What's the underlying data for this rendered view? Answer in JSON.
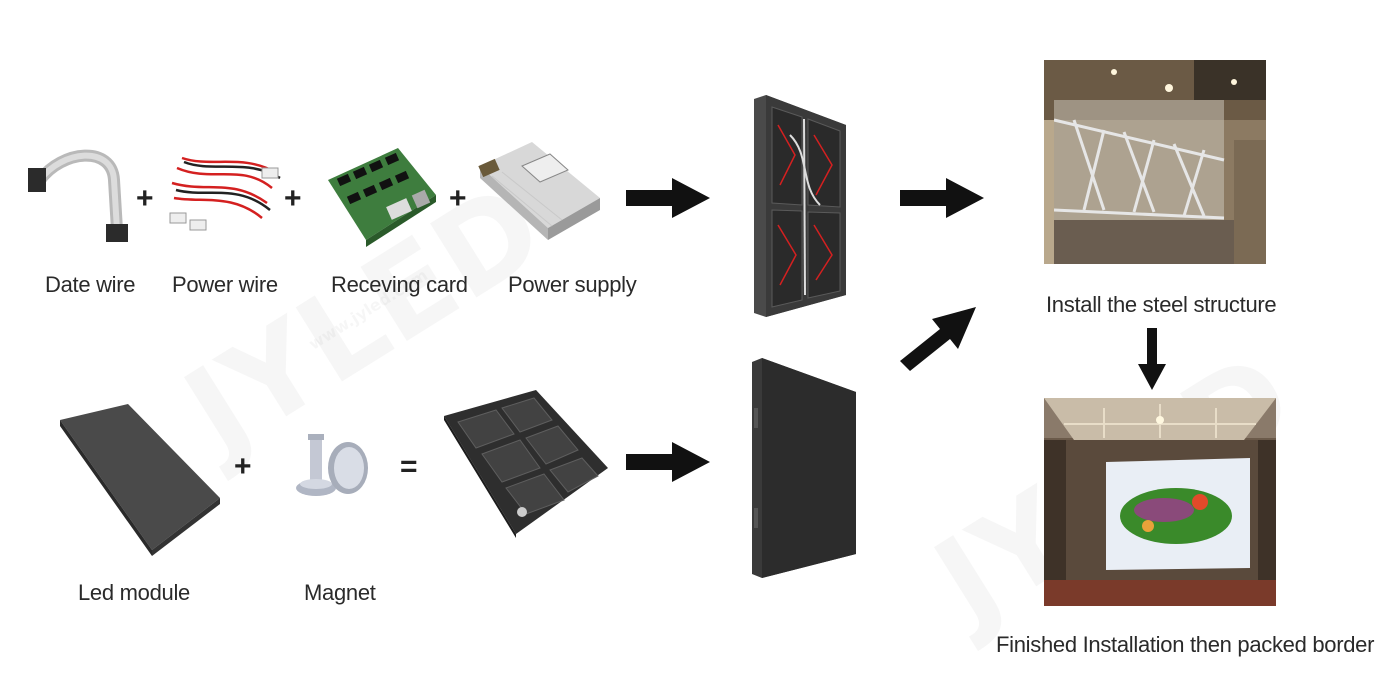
{
  "components": {
    "data_wire": "Date wire",
    "power_wire": "Power wire",
    "receiving_card": "Receving card",
    "power_supply": "Power supply",
    "led_module": "Led module",
    "magnet": "Magnet"
  },
  "operators": {
    "plus": "+",
    "equals": "="
  },
  "steps": {
    "steel_structure": "Install the steel structure",
    "finished": "Finished Installation then packed border"
  },
  "watermark": {
    "brand": "JYLED",
    "url": "www.jyled.com"
  },
  "colors": {
    "arrow": "#111111",
    "cabinet": "#3a3a3a",
    "wire_red": "#d42020"
  }
}
